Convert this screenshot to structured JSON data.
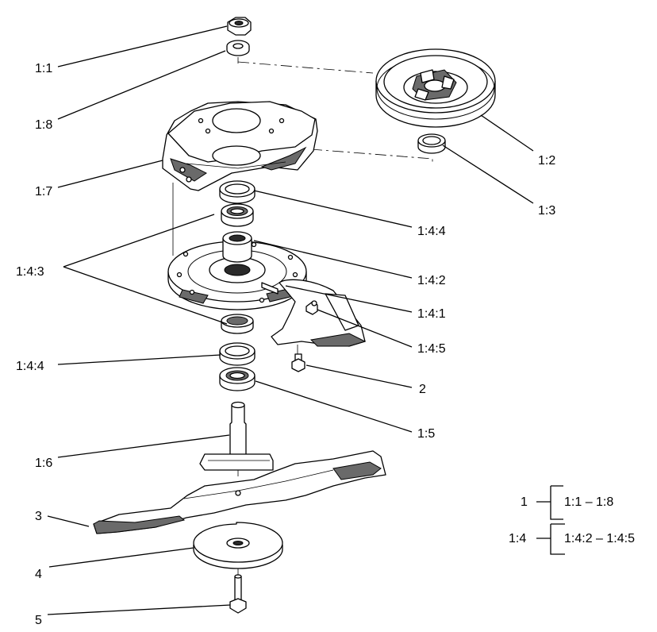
{
  "callouts": {
    "l_1_1": "1:1",
    "l_1_8": "1:8",
    "l_1_7": "1:7",
    "l_1_4_3": "1:4:3",
    "l_1_4_4_bottom": "1:4:4",
    "l_1_6": "1:6",
    "l_3": "3",
    "l_4": "4",
    "l_5": "5",
    "l_1_2": "1:2",
    "l_1_3": "1:3",
    "l_1_4_4_top": "1:4:4",
    "l_1_4_2": "1:4:2",
    "l_1_4_1": "1:4:1",
    "l_1_4_5": "1:4:5",
    "l_2": "2",
    "l_1_5": "1:5"
  },
  "legend": {
    "row1": {
      "parent": "1",
      "range": "1:1 – 1:8"
    },
    "row2": {
      "parent": "1:4",
      "range": "1:4:2 – 1:4:5"
    }
  }
}
